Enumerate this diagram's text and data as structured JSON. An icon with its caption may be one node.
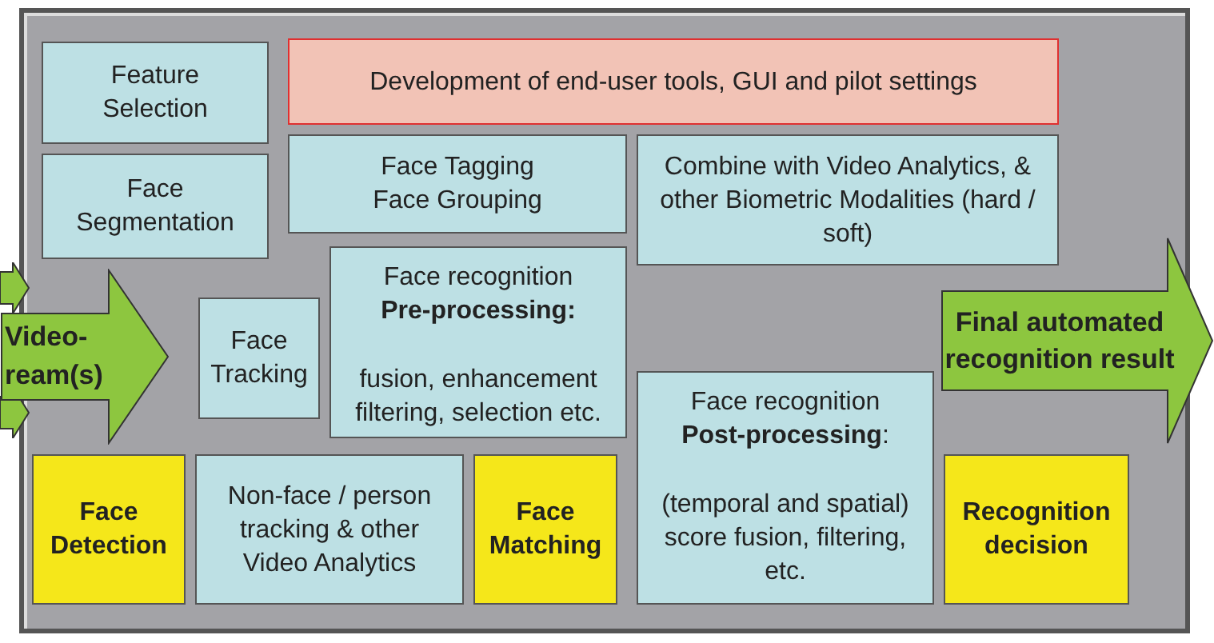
{
  "diagram": {
    "nodes": [
      {
        "text": [],
        "shape": "box"
      },
      {
        "text": [
          "Feature Selection"
        ],
        "in": 0
      },
      {
        "text": [
          "Development of end-user tools, GUI and pilot settings"
        ],
        "in": 0
      },
      {
        "text": [
          "Face Segmentation"
        ],
        "in": 0
      },
      {
        "text": [
          "Face Tagging Face Grouping"
        ],
        "in": 0
      },
      {
        "text": [
          "Combine with Video Analytics, & other Biometric Modalities (hard / soft)"
        ],
        "in": 0
      },
      {
        "text": [
          "Face recognition **Pre-processing:**",
          "fusion, enhancement filtering, selection etc."
        ],
        "in": 0
      },
      {
        "text": [
          "Video- ream(s)"
        ]
      },
      {
        "text": [
          "Face Tracking"
        ],
        "in": 0
      },
      {
        "text": [
          "Final automated recognition result"
        ]
      },
      {
        "text": [
          "Face recognition **Post-processing**:",
          "(temporal and spatial) score fusion, filtering, etc."
        ],
        "in": 0
      },
      {
        "text": [
          "Face Detection"
        ],
        "in": 0
      },
      {
        "text": [
          "Non-face /  person tracking & other Video Analytics"
        ],
        "in": 0
      },
      {
        "text": [
          "Face Matching"
        ],
        "in": 0
      },
      {
        "text": [
          "Recognition decision"
        ],
        "in": 0
      }
    ],
    "edges": []
  }
}
